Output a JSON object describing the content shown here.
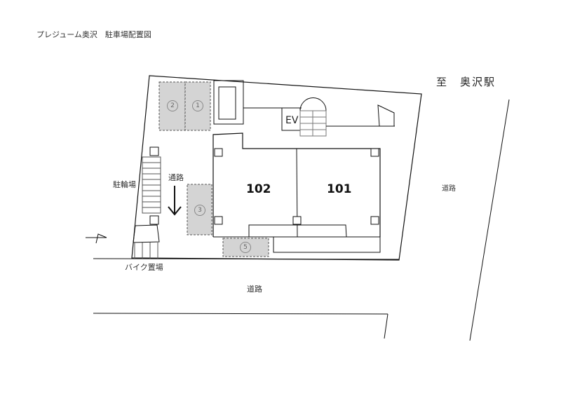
{
  "title": "プレジューム奥沢　駐車場配置図",
  "direction": "至　奥沢駅",
  "labels": {
    "road_right": "道路",
    "road_bottom": "道路",
    "bike_parking": "バイク置場",
    "bicycle_parking": "駐輪場",
    "passage": "通路",
    "elevator": "EV"
  },
  "units": [
    {
      "id": "102",
      "label": "102"
    },
    {
      "id": "101",
      "label": "101"
    }
  ],
  "parking_spots": [
    {
      "id": "2",
      "label": "2"
    },
    {
      "id": "1",
      "label": "1"
    },
    {
      "id": "3",
      "label": "3"
    },
    {
      "id": "5",
      "label": "5"
    }
  ],
  "colors": {
    "line": "#111111",
    "spot_fill": "#d4d4d4",
    "spot_border": "#555555"
  }
}
